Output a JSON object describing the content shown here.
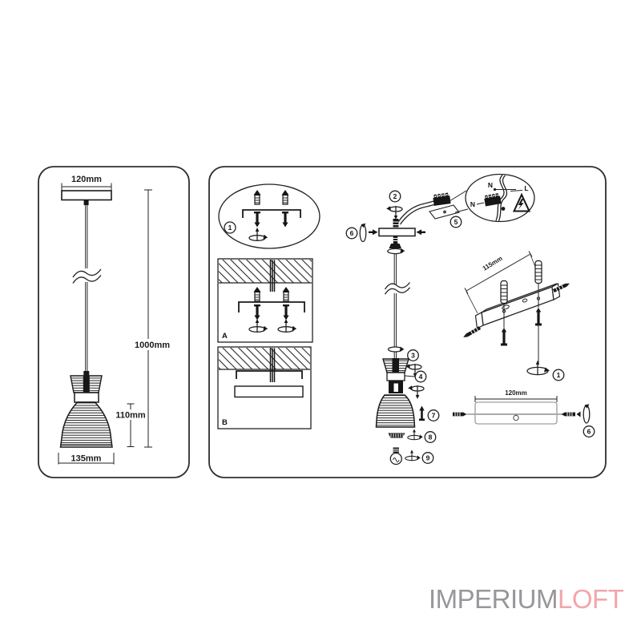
{
  "panel_left": {
    "dim_width_top": "120mm",
    "dim_total_height": "1000mm",
    "dim_shade_height": "110mm",
    "dim_shade_width": "135mm"
  },
  "panel_right": {
    "steps": {
      "s1": "1",
      "s2": "2",
      "s3": "3",
      "s4": "4",
      "s5": "5",
      "s6": "6",
      "s7": "7",
      "s8": "8",
      "s9": "9"
    },
    "panel_a_label": "A",
    "panel_b_label": "B",
    "bracket_dim": "115mm",
    "canopy_dim": "120mm",
    "wiring": {
      "neutral_top": "N",
      "line_label": "L",
      "neutral_left": "N"
    }
  },
  "logo": {
    "primary": "IMPERIUM",
    "accent": "LOFT"
  },
  "colors": {
    "line": "#222222",
    "logo_primary": "#97979b",
    "logo_accent": "#f2a6ab"
  }
}
